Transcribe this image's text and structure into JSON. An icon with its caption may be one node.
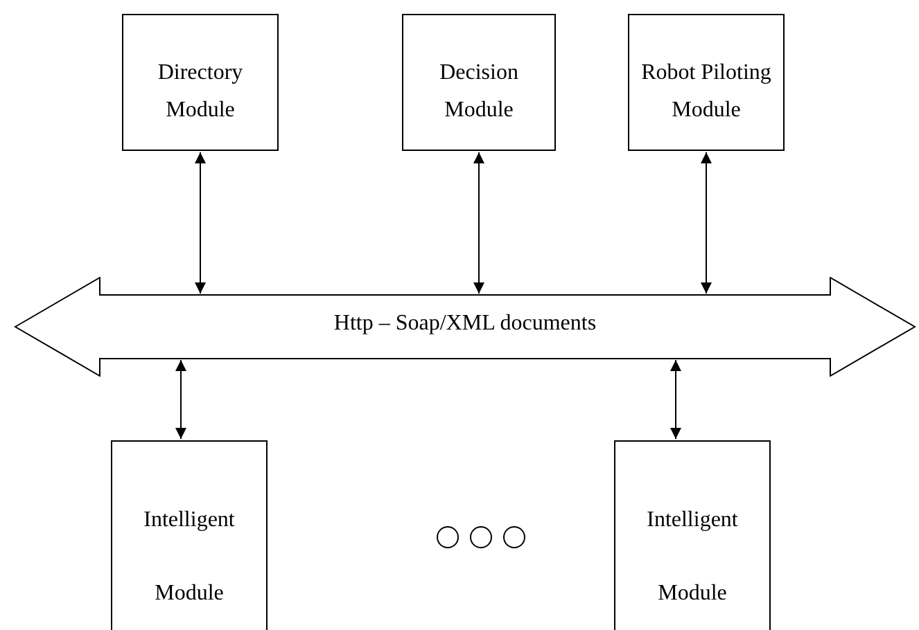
{
  "diagram": {
    "nodes": [
      {
        "text": [
          "Directory Module"
        ]
      },
      {
        "text": [
          "Decision Module"
        ]
      },
      {
        "text": [
          "Robot Piloting Module"
        ]
      },
      {
        "text": [
          "Http – Soap/XML documents"
        ]
      },
      {
        "text": [
          "Intelligent Module"
        ]
      },
      {
        "text": [
          "Intelligent Module"
        ]
      }
    ],
    "edges": [
      {
        "from": 0,
        "to": 3,
        "arrow": "both"
      },
      {
        "from": 1,
        "to": 3,
        "arrow": "both"
      },
      {
        "from": 2,
        "to": 3,
        "arrow": "both"
      },
      {
        "from": 3,
        "to": 4,
        "arrow": "both"
      },
      {
        "from": 3,
        "to": 5,
        "arrow": "both"
      }
    ]
  }
}
